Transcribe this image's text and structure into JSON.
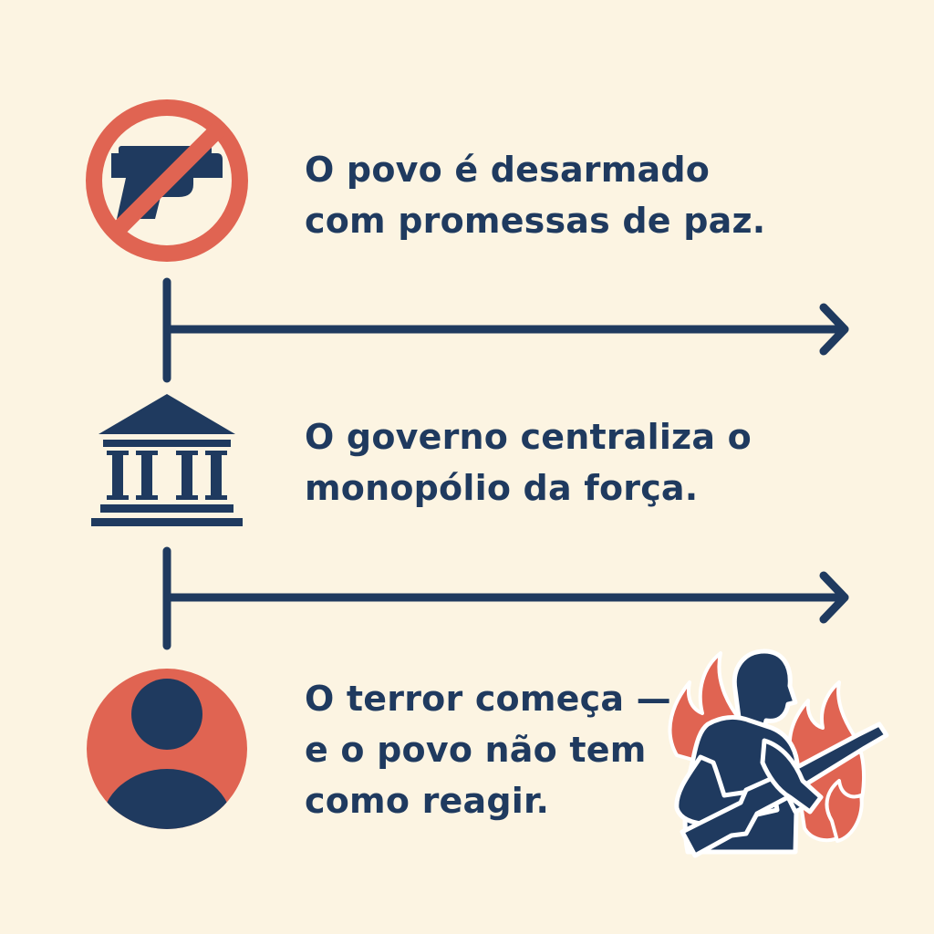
{
  "colors": {
    "background": "#FCF4E2",
    "navy": "#1F3A5F",
    "red": "#E06452"
  },
  "steps": [
    {
      "icon": "no-gun-icon",
      "lines": [
        "O povo é desarmado",
        "com promessas de paz."
      ]
    },
    {
      "icon": "government-building-icon",
      "lines": [
        "O governo centraliza o",
        "monopólio da força."
      ]
    },
    {
      "icon": "person-icon",
      "lines": [
        "O terror começa —",
        "e o povo não tem",
        "como reagir."
      ]
    }
  ],
  "illustration": "armed-man-with-flames-icon"
}
